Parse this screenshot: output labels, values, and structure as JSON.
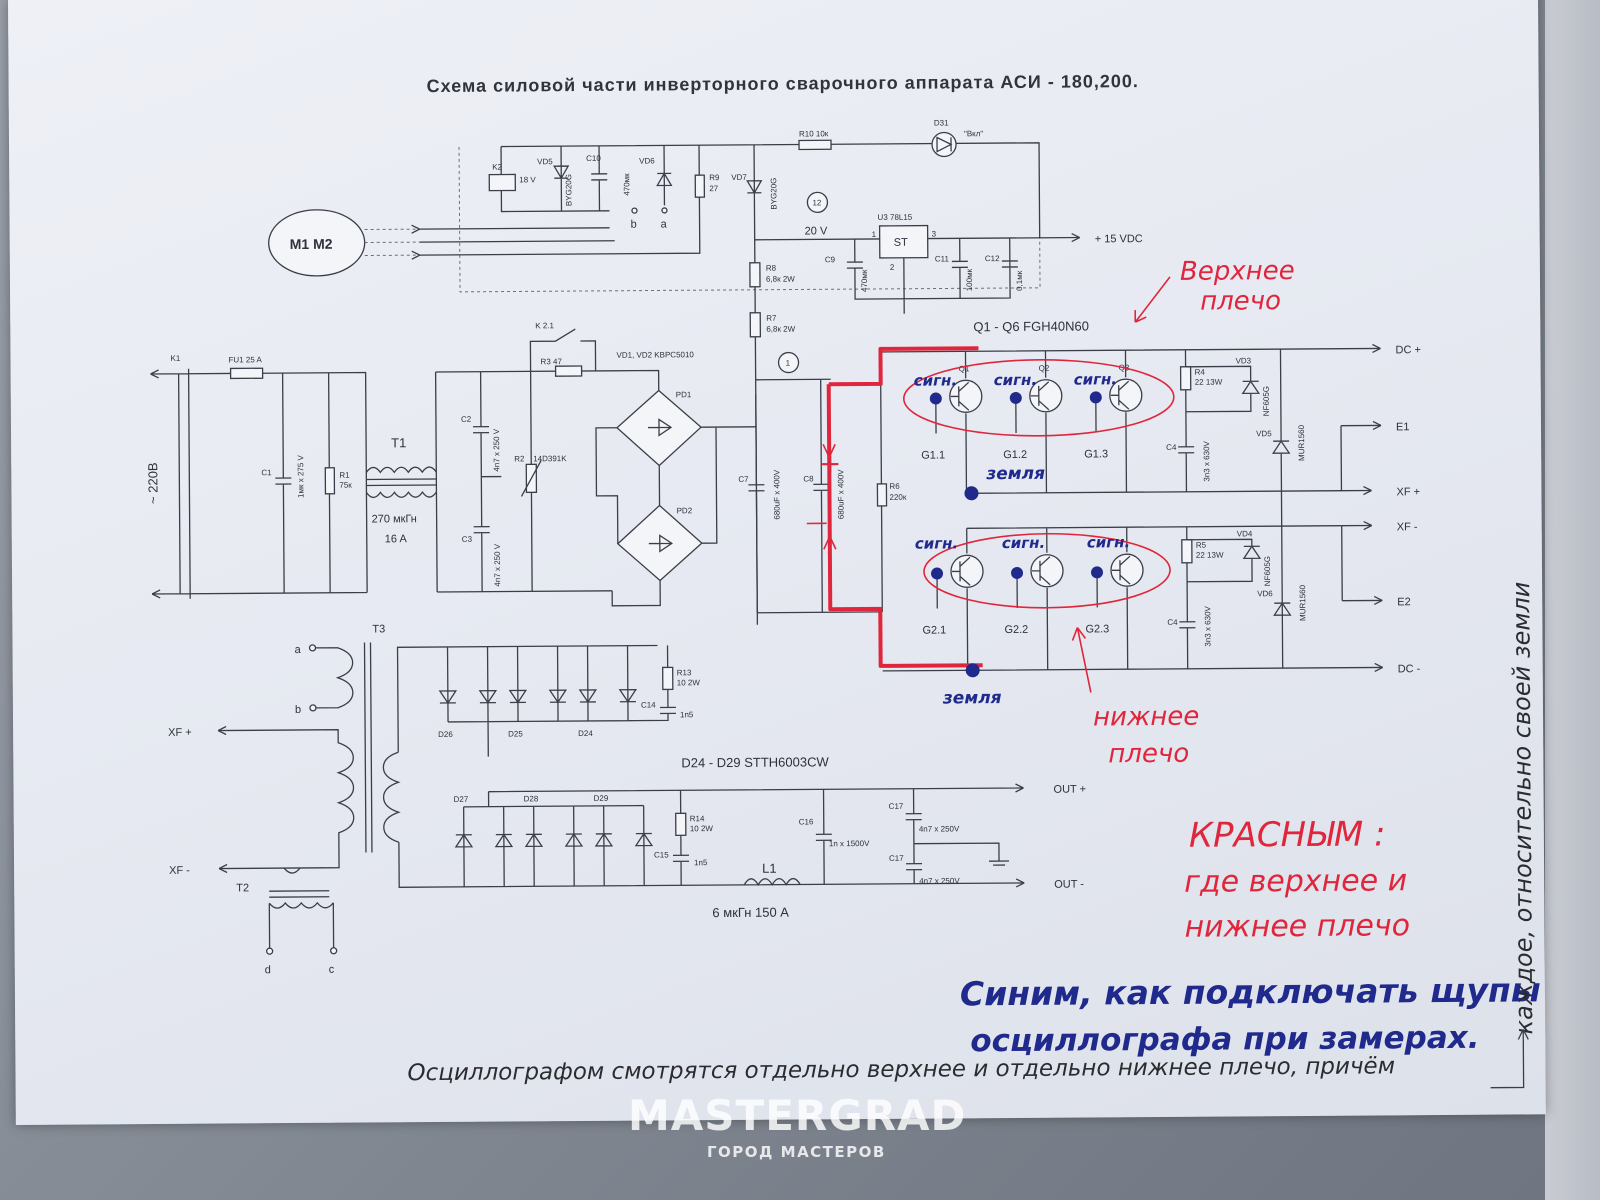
{
  "title": "Схема силовой части инверторного сварочного аппарата АСИ - 180,200.",
  "motor": "M1 M2",
  "input": {
    "mains": "~ 220В",
    "switch": "K1",
    "fuse": "FU1  25 A",
    "c1": "C1",
    "c1_val": "1мк х 275 V",
    "r1": "R1",
    "r1_val": "75к",
    "t1": "T1",
    "t1_val": "270 мкГн",
    "t1_cur": "16 A",
    "c2": "C2",
    "c2_val": "4n7 x 250 V",
    "c3": "C3",
    "c3_val": "4n7 x 250 V",
    "r2": "R2",
    "r2_val": "14D391K",
    "relay": "K 2.1",
    "r3": "R3   47",
    "bridge": "VD1, VD2  KBPC5010",
    "pd1": "PD1",
    "pd2": "PD2",
    "c7": "C7",
    "c7_val": "680uF x 400V",
    "c8": "C8",
    "c8_val": "680uF x 400V",
    "r6": "R6",
    "r6_val": "220к",
    "r7": "R7",
    "r7_val": "6,8к 2W",
    "r8": "R8",
    "r8_val": "6,8к 2W",
    "tp1": "1"
  },
  "aux": {
    "k2": "K2",
    "k2_val": "18 V",
    "vd5": "VD5",
    "vd5_val": "BYG20G",
    "c10": "C10",
    "c10_val": "470мк",
    "vd6": "VD6",
    "r9": "R9",
    "r9_val": "27",
    "vd7": "VD7",
    "vd7_val": "BYG20G",
    "r10": "R10  10к",
    "d31": "D31",
    "d31_lbl": "\"Вкл\"",
    "tp12": "12",
    "v20": "20 V",
    "u3": "U3  78L15",
    "u3_box": "ST",
    "u3_p1": "1",
    "u3_p2": "2",
    "u3_p3": "3",
    "c9": "C9",
    "c9_val": "470мк",
    "c11": "C11",
    "c11_val": "100мк",
    "c12": "C12",
    "c12_val": "0,1мк",
    "out15": "+ 15 VDC",
    "pin_a": "a",
    "pin_b": "b"
  },
  "inverter": {
    "q": "Q1 - Q6  FGH40N60",
    "q1": "Q1",
    "q2": "Q2",
    "q3": "Q3",
    "g11": "G1.1",
    "g12": "G1.2",
    "g13": "G1.3",
    "g21": "G2.1",
    "g22": "G2.2",
    "g23": "G2.3",
    "r4": "R4",
    "r4_val": "22 13W",
    "r5": "R5",
    "r5_val": "22 13W",
    "c4a": "C4",
    "c4a_val": "3n3 x 630V",
    "c4b": "C4",
    "c4b_val": "3n3 x 630V",
    "vd3": "VD3",
    "vd3_val": "NF605G",
    "vd4": "VD4",
    "vd4_val": "NF605G",
    "vd5": "VD5",
    "vd5_val": "MUR1560",
    "vd6": "VD6",
    "vd6_val": "MUR1560",
    "dc_p": "DC +",
    "dc_m": "DC -",
    "e1": "E1",
    "e2": "E2",
    "xf_p": "XF +",
    "xf_m": "XF -"
  },
  "output": {
    "t3": "T3",
    "t2": "T2",
    "a": "a",
    "b": "b",
    "c": "c",
    "d": "d",
    "xf_p": "XF +",
    "xf_m": "XF -",
    "r13": "R13",
    "r13_val": "10 2W",
    "c14": "C14",
    "c14_val": "1n5",
    "r14": "R14",
    "r14_val": "10 2W",
    "c15": "C15",
    "c15_val": "1n5",
    "d26": "D26",
    "d25": "D25",
    "d24": "D24",
    "d27": "D27",
    "d28": "D28",
    "d29": "D29",
    "diodes": "D24 - D29  STTH6003CW",
    "c16": "C16",
    "c16_val": "1n x 1500V",
    "c17a": "C17",
    "c17a_val": "4n7 x 250V",
    "c17b": "C17",
    "c17b_val": "4n7 x 250V",
    "l1": "L1",
    "l1_val": "6 мкГн  150 A",
    "out_p": "OUT +",
    "out_m": "OUT -"
  },
  "annotations": {
    "upper_arm": [
      "Верхнее",
      "плечо"
    ],
    "lower_arm": [
      "нижнее",
      "плечо"
    ],
    "sig": "сигн.",
    "ground": "земля",
    "plus": "+",
    "minus": "—",
    "red_note": [
      "КРАСНЫМ :",
      "где верхнее и",
      "нижнее плечо"
    ],
    "blue_note": [
      "Синим, как подключать щупы",
      "осциллографа при замерах."
    ],
    "bottom_note": "Осциллографом смотрятся отдельно верхнее и отдельно нижнее плечо, причём",
    "side_note": "каждое, относительно своей земли"
  },
  "watermark": {
    "brand": "MASTERGRAD",
    "sub": "ГОРОД МАСТЕРОВ"
  },
  "colors": {
    "red": "#e0263c",
    "blue": "#1f2a8c",
    "paper": "#e9ecf3",
    "ink": "#3a3e48"
  }
}
